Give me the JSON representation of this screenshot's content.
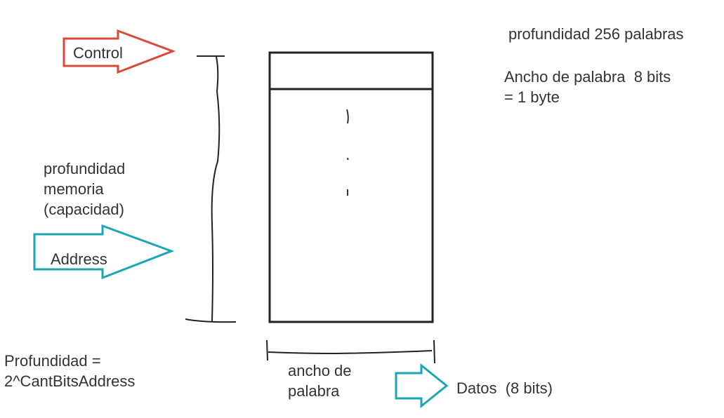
{
  "colors": {
    "control_arrow": "#d9483b",
    "address_arrow": "#1aa7b5",
    "datos_arrow": "#1aa7b5",
    "ink": "#222222",
    "text": "#333333"
  },
  "arrows": {
    "control": {
      "label": "Control"
    },
    "address": {
      "label": "Address"
    },
    "datos": {
      "label": "Datos  (8 bits)"
    }
  },
  "labels": {
    "depth_words": "profundidad 256 palabras",
    "word_width_line1": "Ancho de palabra  8 bits",
    "word_width_line2": "= 1 byte",
    "memory_depth_line1": "profundidad",
    "memory_depth_line2": "memoria",
    "memory_depth_line3": "(capacidad)",
    "formula_line1": "Profundidad =",
    "formula_line2": "2^CantBitsAddress",
    "width_label_line1": "ancho de",
    "width_label_line2": "palabra"
  }
}
